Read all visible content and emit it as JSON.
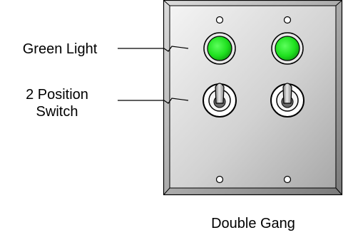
{
  "labels": {
    "green_light": "Green Light",
    "switch_line1": "2 Position",
    "switch_line2": "Switch"
  },
  "caption": "Double Gang",
  "panel": {
    "lights": [
      {
        "state": "on",
        "color": "#22dd22"
      },
      {
        "state": "on",
        "color": "#22dd22"
      }
    ],
    "switches": [
      {
        "positions": 2
      },
      {
        "positions": 2
      }
    ]
  },
  "colors": {
    "light_green": "#22dd22",
    "plate_light": "#f2f2f2",
    "plate_dark": "#9a9a9a"
  }
}
